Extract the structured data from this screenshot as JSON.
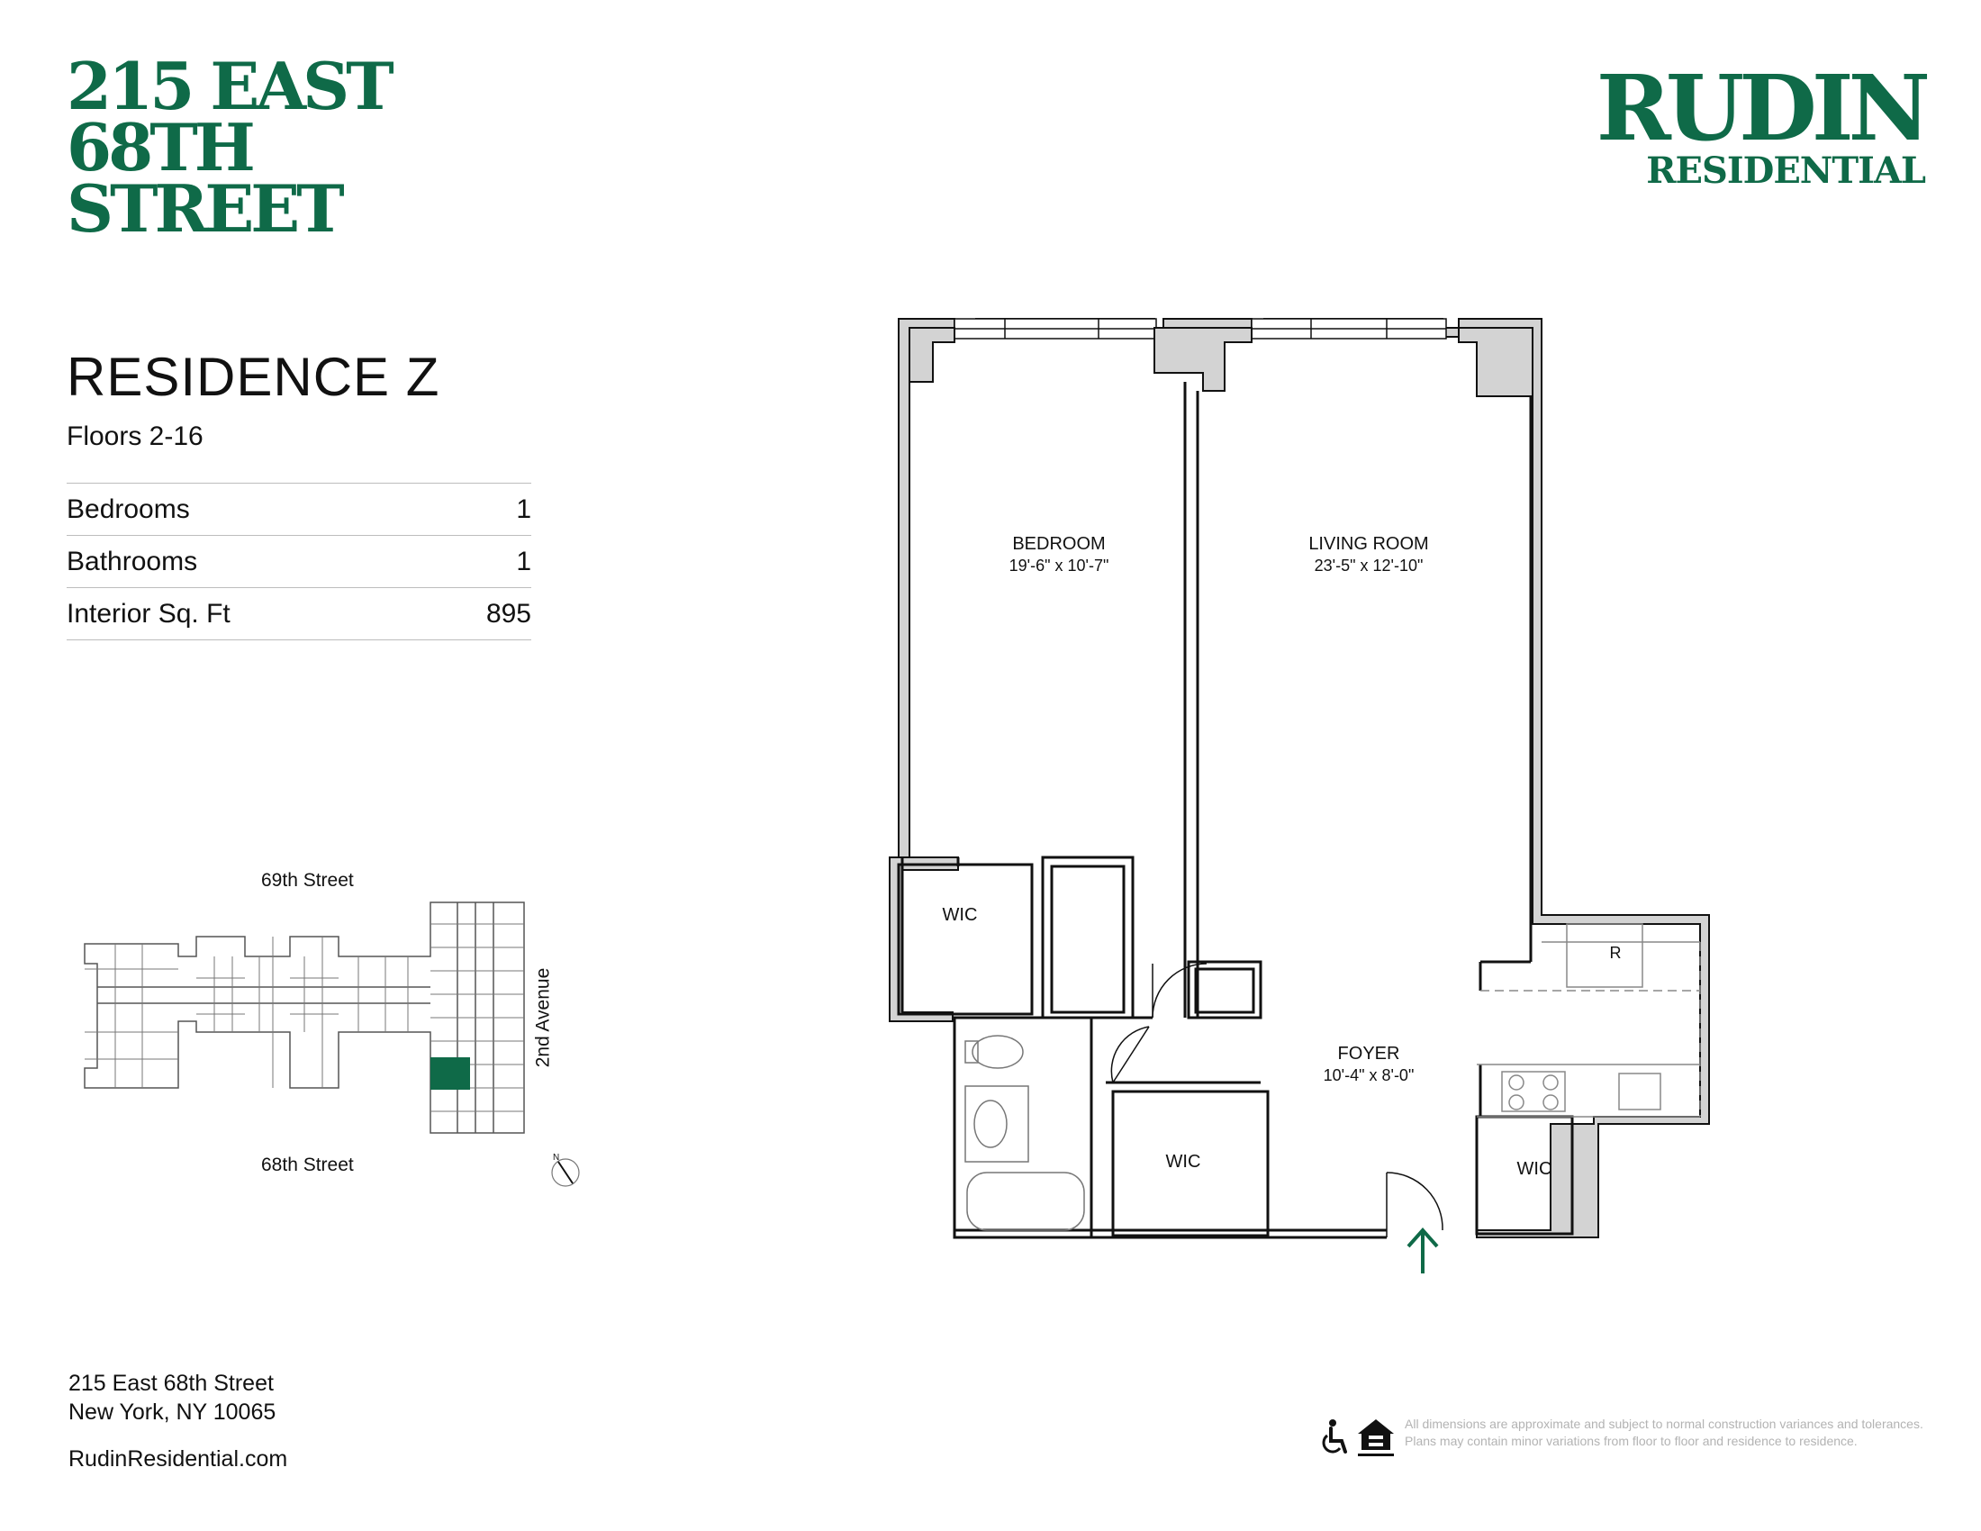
{
  "building": {
    "title_lines": [
      "215 EAST",
      "68TH",
      "STREET"
    ]
  },
  "brand": {
    "name": "RUDIN",
    "sub": "RESIDENTIAL",
    "accent_color": "#0f6a48"
  },
  "residence": {
    "title": "RESIDENCE Z",
    "floors": "Floors 2-16",
    "stats": [
      {
        "label": "Bedrooms",
        "value": "1"
      },
      {
        "label": "Bathrooms",
        "value": "1"
      },
      {
        "label": "Interior Sq. Ft",
        "value": "895"
      }
    ]
  },
  "site_plan": {
    "north_street": "69th Street",
    "south_street": "68th Street",
    "east_street": "2nd Avenue",
    "compass": "N"
  },
  "floor_plan": {
    "rooms": [
      {
        "name": "BEDROOM",
        "dims": "19'-6\" x 10'-7\""
      },
      {
        "name": "LIVING ROOM",
        "dims": "23'-5\" x 12'-10\""
      },
      {
        "name": "FOYER",
        "dims": "10'-4\" x 8'-0\""
      }
    ],
    "closets": [
      "WIC",
      "WIC",
      "WIC"
    ],
    "fixtures": {
      "refrigerator": "R"
    }
  },
  "address": {
    "line1": "215 East 68th Street",
    "line2": "New York, NY 10065",
    "website": "RudinResidential.com"
  },
  "disclaimer": "All dimensions are approximate and subject to normal construction variances and tolerances. Plans may contain minor variations from floor to floor and residence to residence.",
  "icons": [
    "accessibility-icon",
    "equal-housing-icon",
    "compass-icon",
    "entry-arrow-icon"
  ]
}
